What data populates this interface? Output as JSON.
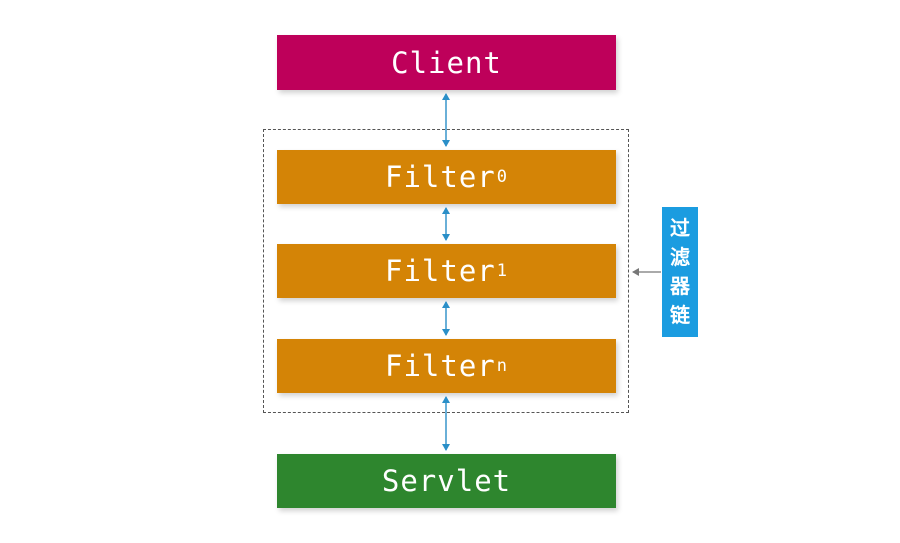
{
  "colors": {
    "client": "#BE005A",
    "filter": "#D48406",
    "servlet": "#2E862E",
    "chain_label": "#1B9CE0",
    "arrow": "#2A8FC8",
    "pointer": "#777777"
  },
  "diagram": {
    "client": {
      "label": "Client"
    },
    "filters": [
      {
        "base": "Filter",
        "sub": "0"
      },
      {
        "base": "Filter",
        "sub": "1"
      },
      {
        "base": "Filter",
        "sub": "n"
      }
    ],
    "servlet": {
      "label": "Servlet"
    },
    "chain_label": {
      "text": "过滤器链",
      "chars": [
        "过",
        "滤",
        "器",
        "链"
      ]
    }
  }
}
